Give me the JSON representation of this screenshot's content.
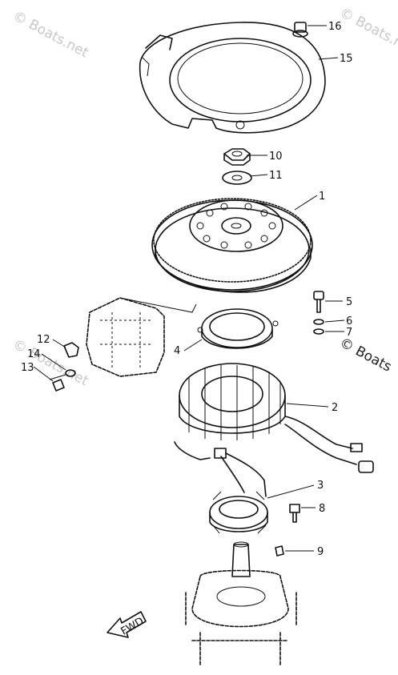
{
  "watermarks": [
    "© Boats.net",
    "© Boats.net",
    "© Boats.net",
    "© Boats"
  ],
  "fwd_label": "FWD",
  "callouts": [
    "16",
    "15",
    "10",
    "11",
    "1",
    "5",
    "6",
    "7",
    "4",
    "12",
    "14",
    "13",
    "2",
    "3",
    "8",
    "9"
  ]
}
